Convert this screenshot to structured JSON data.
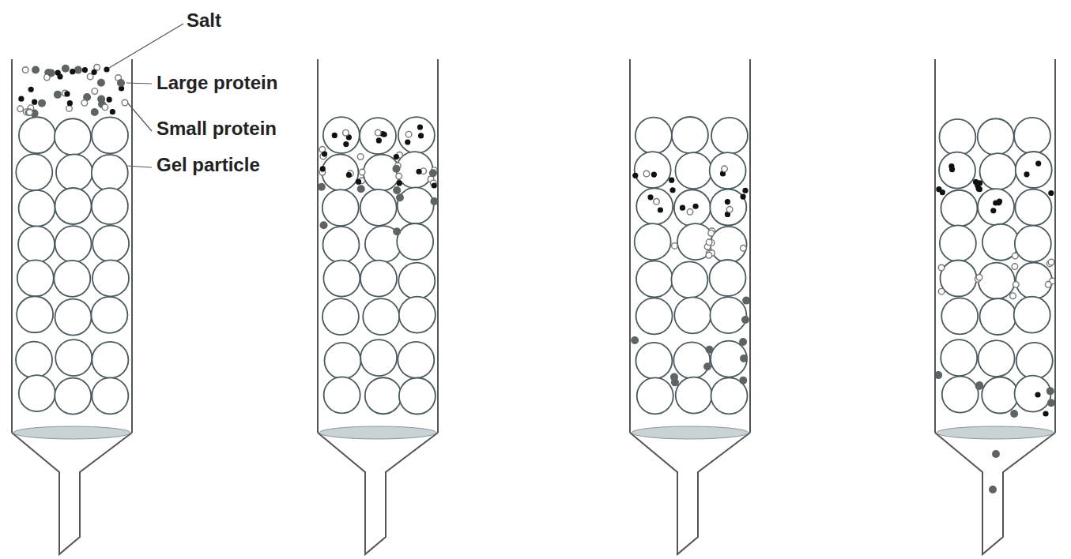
{
  "diagram": {
    "labels": [
      "Salt",
      "Large protein",
      "Small protein",
      "Gel particle"
    ]
  }
}
